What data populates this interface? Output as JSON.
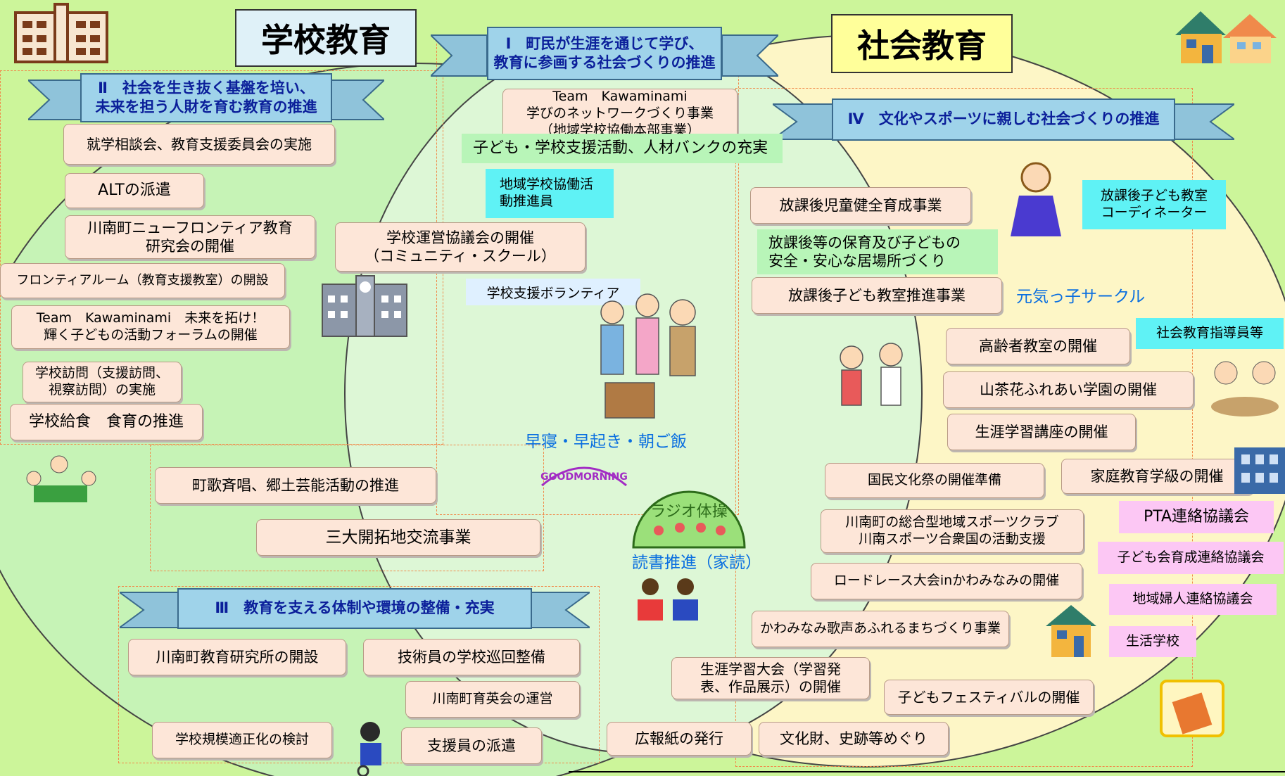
{
  "headings": {
    "school": "学校教育",
    "social": "社会教育"
  },
  "ribbons": {
    "r1": "Ⅰ　町民が生涯を通じて学び、\n教育に参画する社会づくりの推進",
    "r2": "Ⅱ　社会を生き抜く基盤を培い、\n未来を担う人財を育む教育の推進",
    "r3": "Ⅲ　教育を支える体制や環境の整備・充実",
    "r4": "Ⅳ　文化やスポーツに親しむ社会づくりの推進"
  },
  "left_items": {
    "a1": "就学相談会、教育支援委員会の実施",
    "a2": "ALTの派遣",
    "a3": "川南町ニューフロンティア教育\n研究会の開催",
    "a4": "フロンティアルーム（教育支援教室）の開設",
    "a5": "Team　Kawaminami　未来を拓け！\n輝く子どもの活動フォーラムの開催",
    "a6": "学校訪問（支援訪問、\n視察訪問）の実施",
    "a7": "学校給食　食育の推進"
  },
  "center_items": {
    "c1": "Team　Kawaminami\n学びのネットワークづくり事業\n（地域学校協働本部事業）",
    "c2": "子ども・学校支援活動、人材バンクの充実",
    "c3": "地域学校協働活\n動推進員",
    "c4": "学校運営協議会の開催\n（コミュニティ・スクール）",
    "c5": "学校支援ボランティア",
    "c6": "早寝・早起き・朝ご飯",
    "c7": "町歌斉唱、郷土芸能活動の推進",
    "c8": "三大開拓地交流事業",
    "c9": "読書推進（家読）",
    "c10": "ラジオ体操",
    "c11": "GOODMORNING"
  },
  "bottom_items": {
    "b1": "川南町教育研究所の開設",
    "b2": "技術員の学校巡回整備",
    "b3": "川南町育英会の運営",
    "b4": "学校規模適正化の検討",
    "b5": "支援員の派遣",
    "b6": "広報紙の発行",
    "b7": "文化財、史跡等めぐり",
    "b8": "生涯学習大会（学習発\n表、作品展示）の開催",
    "b9": "子どもフェスティバルの開催"
  },
  "right_items": {
    "d1": "放課後児童健全育成事業",
    "d2": "放課後等の保育及び子どもの\n安全・安心な居場所づくり",
    "d3": "放課後子ども教室推進事業",
    "d4": "元気っ子サークル",
    "d5": "放課後子ども教室\nコーディネーター",
    "d6": "高齢者教室の開催",
    "d7": "社会教育指導員等",
    "d8": "山茶花ふれあい学園の開催",
    "d9": "生涯学習講座の開催",
    "d10": "国民文化祭の開催準備",
    "d11": "家庭教育学級の開催",
    "d12": "川南町の総合型地域スポーツクラブ\n川南スポーツ合衆国の活動支援",
    "d13": "PTA連絡協議会",
    "d14": "子ども会育成連絡協議会",
    "d15": "ロードレース大会inかわみなみの開催",
    "d16": "地域婦人連絡協議会",
    "d17": "かわみなみ歌声あふれるまちづくり事業",
    "d18": "生活学校"
  },
  "colors": {
    "background": "#ccf59a",
    "box_fill": "#fde6d8",
    "cyan": "#5ff2f5",
    "pink": "#fcc7f4",
    "ribbon_fill": "#9fd3ea",
    "ribbon_text": "#0b1f9a",
    "dash": "#f08a4b",
    "blue_text": "#0a6fe0"
  },
  "icons": [
    "school-building-icon",
    "house-icon",
    "book-icon",
    "illustration"
  ]
}
